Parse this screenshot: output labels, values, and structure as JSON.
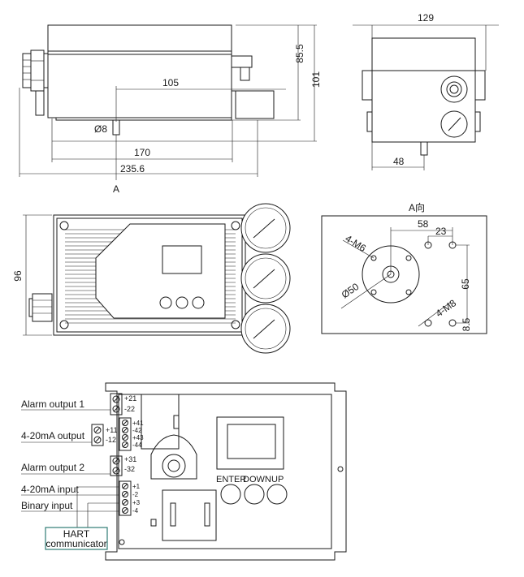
{
  "side_view": {
    "dim_105": "105",
    "dim_85_5": "85.5",
    "dim_101": "101",
    "dim_phi8": "Ø8",
    "dim_170": "170",
    "dim_235_6": "235.6",
    "arrow_label": "A"
  },
  "end_view": {
    "dim_129": "129",
    "dim_48": "48"
  },
  "front_view": {
    "dim_96": "96"
  },
  "a_view": {
    "title": "A向",
    "dim_58": "58",
    "dim_23": "23",
    "dim_4m6": "4-M6",
    "dim_phi50": "Ø50",
    "dim_65": "65",
    "dim_4m8": "4-M8",
    "dim_8_5": "8.5"
  },
  "wiring": {
    "labels": {
      "alarm1": "Alarm output 1",
      "ma_output": "4-20mA output",
      "alarm2": "Alarm output 2",
      "ma_input": "4-20mA input",
      "binary": "Binary input",
      "hart_line1": "HART",
      "hart_line2": "communicator"
    },
    "terminals": {
      "t21": "+21",
      "t22": "-22",
      "t11": "+11",
      "t12": "-12",
      "t41": "+41",
      "t42": "-42",
      "t43": "+43",
      "t44": "-44",
      "t31": "+31",
      "t32": "-32",
      "t1": "+1",
      "t2": "-2",
      "t3": "+3",
      "t4": "-4"
    },
    "buttons": {
      "enter": "ENTER",
      "down": "DOWN",
      "up": "UP"
    }
  }
}
